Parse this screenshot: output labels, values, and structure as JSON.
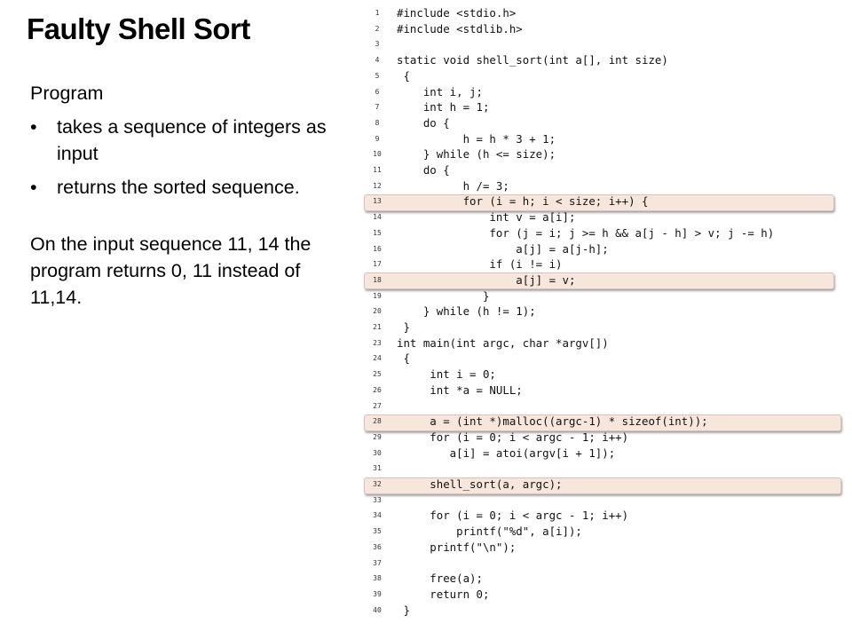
{
  "slide": {
    "title": "Faulty Shell Sort",
    "intro": "Program",
    "bullets": [
      "takes a sequence of integers as input",
      "returns the sorted sequence."
    ],
    "paragraph": "On the input sequence 11, 14 the program returns 0, 11 instead of 11,14.",
    "bullet_glyph": "•"
  },
  "code": {
    "lines": [
      {
        "n": "1",
        "text": "#include <stdio.h>",
        "highlight": false
      },
      {
        "n": "2",
        "text": "#include <stdlib.h>",
        "highlight": false
      },
      {
        "n": "3",
        "text": "",
        "highlight": false
      },
      {
        "n": "4",
        "text": "static void shell_sort(int a[], int size)",
        "highlight": false
      },
      {
        "n": "5",
        "text": " {",
        "highlight": false
      },
      {
        "n": "6",
        "text": "    int i, j;",
        "highlight": false
      },
      {
        "n": "7",
        "text": "    int h = 1;",
        "highlight": false
      },
      {
        "n": "8",
        "text": "    do {",
        "highlight": false
      },
      {
        "n": "9",
        "text": "          h = h * 3 + 1;",
        "highlight": false
      },
      {
        "n": "10",
        "text": "    } while (h <= size);",
        "highlight": false
      },
      {
        "n": "11",
        "text": "    do {",
        "highlight": false
      },
      {
        "n": "12",
        "text": "          h /= 3;",
        "highlight": false
      },
      {
        "n": "13",
        "text": "          for (i = h; i < size; i++) {",
        "highlight": true
      },
      {
        "n": "14",
        "text": "              int v = a[i];",
        "highlight": false
      },
      {
        "n": "15",
        "text": "              for (j = i; j >= h && a[j - h] > v; j -= h)",
        "highlight": false
      },
      {
        "n": "16",
        "text": "                  a[j] = a[j-h];",
        "highlight": false
      },
      {
        "n": "17",
        "text": "              if (i != i)",
        "highlight": false
      },
      {
        "n": "18",
        "text": "                  a[j] = v;",
        "highlight": true
      },
      {
        "n": "19",
        "text": "             }",
        "highlight": false
      },
      {
        "n": "20",
        "text": "    } while (h != 1);",
        "highlight": false
      },
      {
        "n": "21",
        "text": " }",
        "highlight": false
      },
      {
        "n": "23",
        "text": "int main(int argc, char *argv[])",
        "highlight": false
      },
      {
        "n": "24",
        "text": " {",
        "highlight": false
      },
      {
        "n": "25",
        "text": "     int i = 0;",
        "highlight": false
      },
      {
        "n": "26",
        "text": "     int *a = NULL;",
        "highlight": false
      },
      {
        "n": "27",
        "text": "",
        "highlight": false
      },
      {
        "n": "28",
        "text": "     a = (int *)malloc((argc-1) * sizeof(int));",
        "highlight": true
      },
      {
        "n": "29",
        "text": "     for (i = 0; i < argc - 1; i++)",
        "highlight": false
      },
      {
        "n": "30",
        "text": "        a[i] = atoi(argv[i + 1]);",
        "highlight": false
      },
      {
        "n": "31",
        "text": "",
        "highlight": false
      },
      {
        "n": "32",
        "text": "     shell_sort(a, argc);",
        "highlight": true
      },
      {
        "n": "33",
        "text": "",
        "highlight": false
      },
      {
        "n": "34",
        "text": "     for (i = 0; i < argc - 1; i++)",
        "highlight": false
      },
      {
        "n": "35",
        "text": "         printf(\"%d\", a[i]);",
        "highlight": false
      },
      {
        "n": "36",
        "text": "     printf(\"\\n\");",
        "highlight": false
      },
      {
        "n": "37",
        "text": "",
        "highlight": false
      },
      {
        "n": "38",
        "text": "     free(a);",
        "highlight": false
      },
      {
        "n": "39",
        "text": "     return 0;",
        "highlight": false
      },
      {
        "n": "40",
        "text": " }",
        "highlight": false
      }
    ]
  }
}
